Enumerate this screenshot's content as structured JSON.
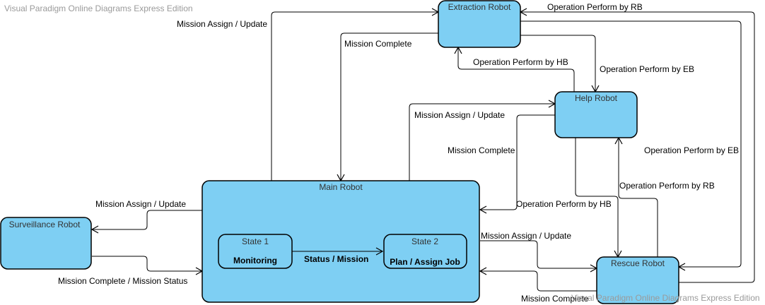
{
  "watermarks": {
    "top": "Visual Paradigm Online Diagrams Express Edition",
    "bottom": "Visual Paradigm Online Diagrams Express Edition"
  },
  "colors": {
    "node_fill": "#7ecff3",
    "stroke": "#000000",
    "watermark": "#9a9a9a"
  },
  "nodes": {
    "extraction": "Extraction Robot",
    "help": "Help Robot",
    "main": "Main Robot",
    "surveillance": "Surveillance Robot",
    "rescue": "Rescue Robot",
    "state1_title": "State 1",
    "state1_body": "Monitoring",
    "state2_title": "State 2",
    "state2_body": "Plan / Assign Job"
  },
  "edges": {
    "main_to_extraction": "Mission Assign / Update",
    "extraction_to_main": "Mission Complete",
    "rescue_to_extraction": "Operation Perform by RB",
    "help_to_extraction": "Operation Perform by HB",
    "extraction_to_help": "Operation Perform by EB",
    "main_to_help": "Mission Assign / Update",
    "help_to_main": "Mission Complete",
    "extraction_to_rescue": "Operation Perform by EB",
    "rescue_to_help": "Operation Perform by RB",
    "help_to_rescue": "Operation Perform by HB",
    "main_to_surveillance": "Mission Assign / Update",
    "surveillance_to_main": "Mission Complete / Mission Status",
    "state1_to_state2": "Status / Mission",
    "main_to_rescue": "Mission Assign / Update",
    "rescue_to_main": "Mission Complete"
  }
}
